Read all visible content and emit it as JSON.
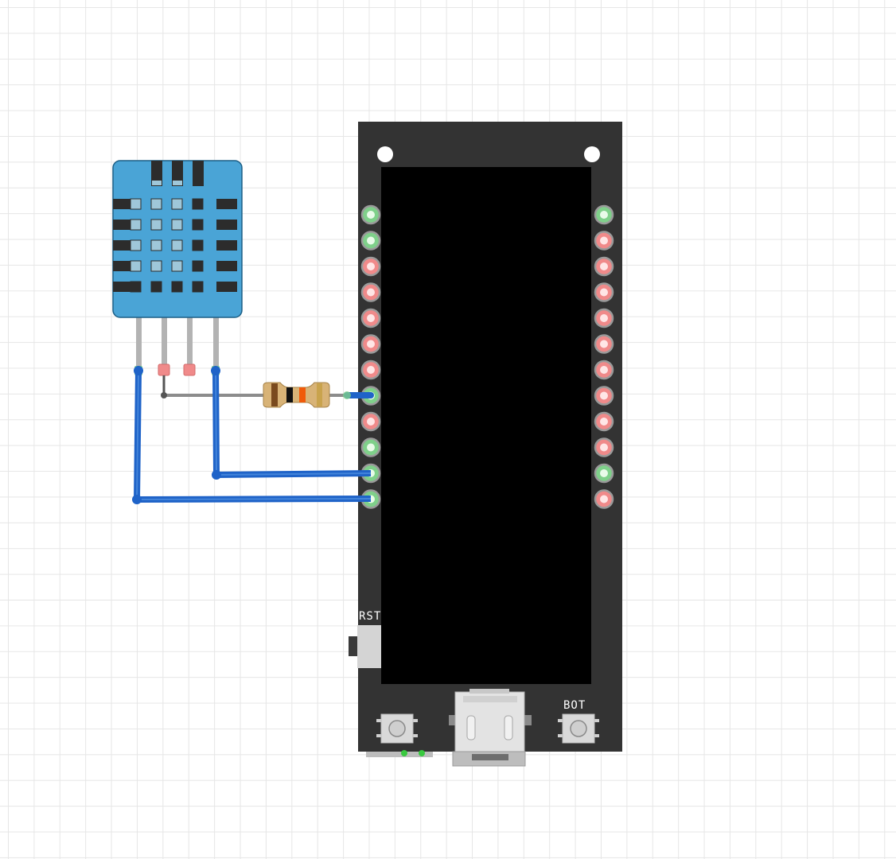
{
  "board": {
    "rst_label": "RST",
    "boot_label": "BOT",
    "left_pins": [
      "green",
      "green",
      "red",
      "red",
      "red",
      "red",
      "red",
      "green",
      "red",
      "green",
      "green",
      "green"
    ],
    "right_pins": [
      "green",
      "red",
      "red",
      "red",
      "red",
      "red",
      "red",
      "red",
      "red",
      "red",
      "green",
      "red"
    ]
  },
  "colors": {
    "board": "#333333",
    "screen": "#000000",
    "sensor": "#4aa4d6",
    "wire": "#1f63c8",
    "pin_connected": "#7fd08a",
    "pin_free": "#f08a8a"
  },
  "icons": {
    "sensor": "dht11-sensor-icon",
    "resistor": "resistor-icon",
    "usb": "usb-connector-icon"
  }
}
